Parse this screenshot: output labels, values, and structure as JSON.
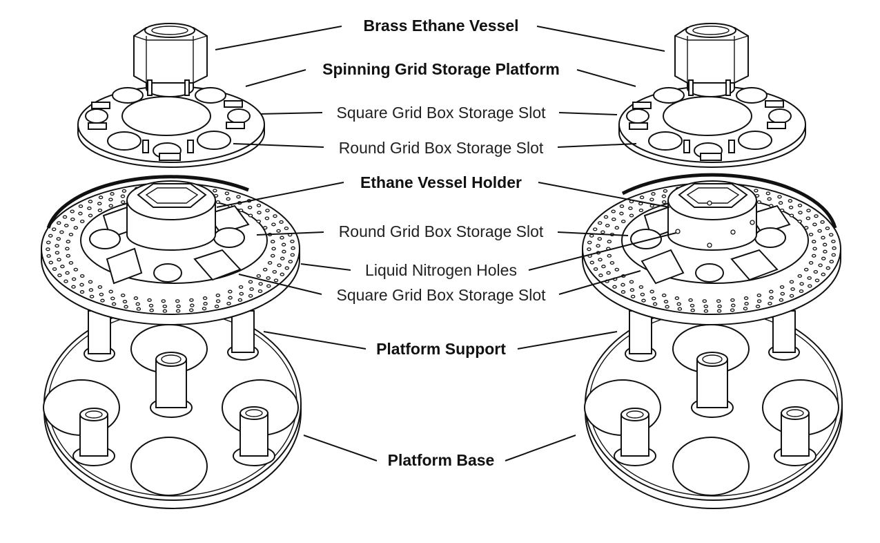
{
  "labels": {
    "brass_ethane_vessel": "Brass Ethane Vessel",
    "spinning_grid_storage_platform": "Spinning Grid Storage Platform",
    "square_grid_box_storage_slot": "Square Grid Box Storage Slot",
    "round_grid_box_storage_slot": "Round Grid Box Storage Slot",
    "ethane_vessel_holder": "Ethane Vessel Holder",
    "liquid_nitrogen_holes": "Liquid Nitrogen Holes",
    "platform_support": "Platform Support",
    "platform_base": "Platform Base"
  }
}
